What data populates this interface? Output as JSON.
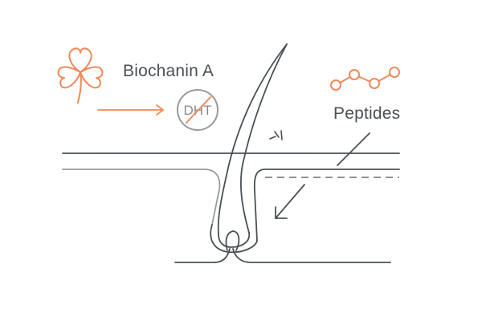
{
  "labels": {
    "biochanin": "Biochanin A",
    "dht": "DHT",
    "peptides": "Peptides"
  },
  "icons": {
    "clover": "clover-icon",
    "molecule": "peptide-molecule-icon",
    "blocked": "dht-blocked-icon"
  },
  "colors": {
    "accent": "#ef8a5a",
    "line": "#4a5054",
    "text": "#4a5054",
    "muted": "#9a9a9a"
  }
}
